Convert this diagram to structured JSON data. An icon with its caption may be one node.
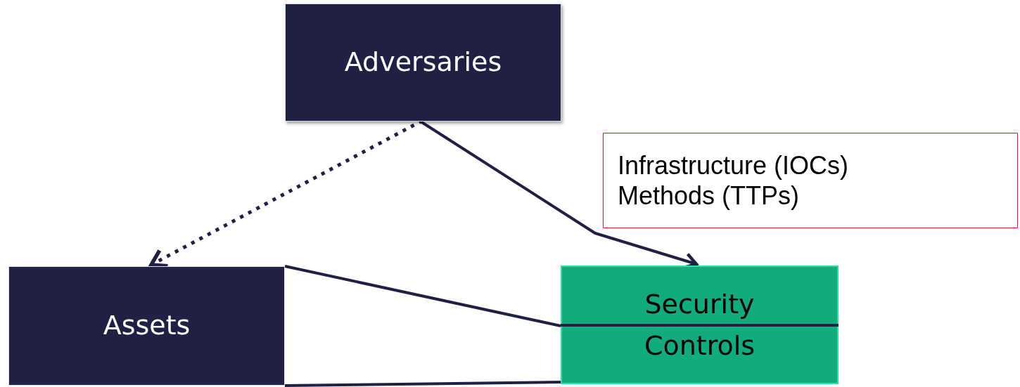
{
  "diagram": {
    "nodes": [
      {
        "text": [
          "Adversaries"
        ]
      },
      {
        "text": [
          "Assets"
        ]
      },
      {
        "text": [
          "Security Controls"
        ]
      },
      {
        "text": [
          "Infrastructure (IOCs)",
          "Methods (TTPs)"
        ]
      }
    ],
    "edges": [
      {
        "from": 0,
        "to": 1,
        "arrow": "to",
        "style": "dashed"
      },
      {
        "from": 0,
        "to": 2,
        "arrow": "to"
      },
      {
        "from": 1,
        "to": 2,
        "arrow": "none"
      },
      {
        "from": 1,
        "to": 2,
        "arrow": "none"
      }
    ]
  }
}
